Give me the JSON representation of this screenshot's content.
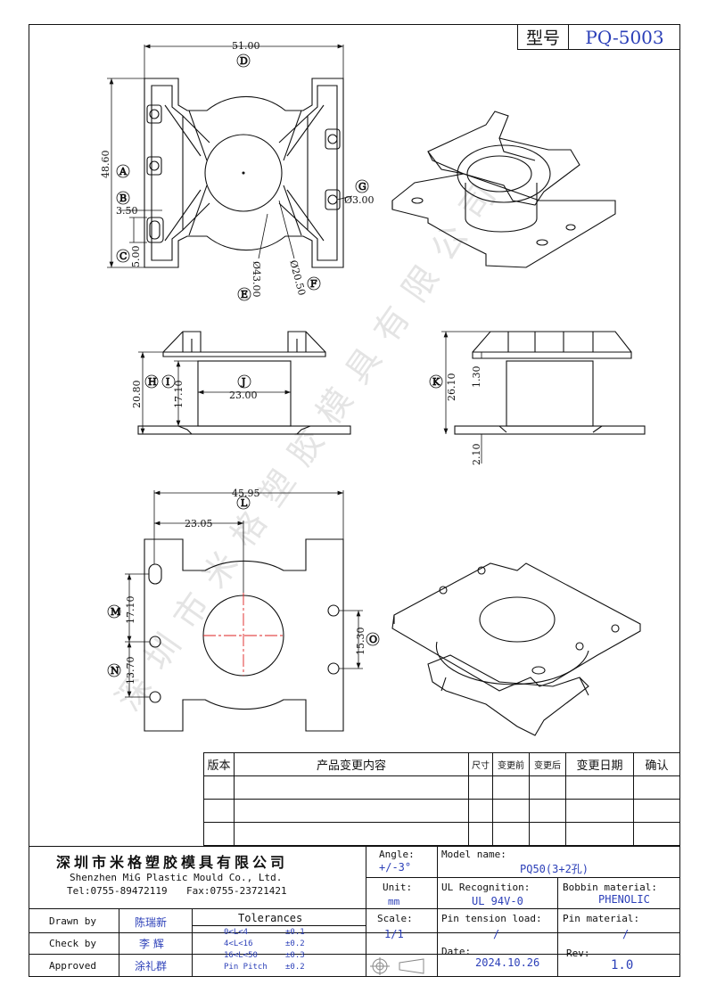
{
  "title_block": {
    "model_label": "型号",
    "model_value": "PQ-5003"
  },
  "dimensions": {
    "d_51": "51.00",
    "d_48_60": "48.60",
    "d_3_50": "3.50",
    "d_5_00": "5.00",
    "d_3_00": "Ø3.00",
    "d_43_00": "Ø43.00",
    "d_20_50": "Ø20.50",
    "d_20_80": "20.80",
    "d_17_10_side": "17.10",
    "d_23_00": "23.00",
    "d_1_30": "1.30",
    "d_26_10": "26.10",
    "d_2_10": "2.10",
    "d_45_95": "45.95",
    "d_23_05": "23.05",
    "d_17_10": "17.10",
    "d_13_70": "13.70",
    "d_15_30": "15.30"
  },
  "callouts": {
    "A": "A",
    "B": "B",
    "C": "C",
    "D": "D",
    "E": "E",
    "F": "F",
    "G": "G",
    "H": "H",
    "I": "I",
    "J": "J",
    "K": "K",
    "L": "L",
    "M": "M",
    "N": "N",
    "O": "O"
  },
  "watermark": "深圳市米格塑胶模具有限公司",
  "revision_table": {
    "headers": [
      "版本",
      "产品变更内容",
      "尺寸",
      "变更前",
      "变更后",
      "变更日期",
      "确认"
    ]
  },
  "company": {
    "name_cn": "深圳市米格塑胶模具有限公司",
    "name_en": "Shenzhen MiG Plastic Mould Co., Ltd.",
    "tel": "Tel:0755-89472119",
    "fax": "Fax:0755-23721421"
  },
  "people": {
    "drawn_label": "Drawn by",
    "drawn_name": "陈瑞新",
    "check_label": "Check by",
    "check_name": "李 辉",
    "approved_label": "Approved",
    "approved_name": "涂礼群"
  },
  "tolerances": {
    "title": "Tolerances",
    "rows": [
      {
        "range": "0<L<4",
        "tol": "±0.1"
      },
      {
        "range": "4<L<16",
        "tol": "±0.2"
      },
      {
        "range": "16<L<50",
        "tol": "±0.3"
      },
      {
        "range": "Pin Pitch",
        "tol": "±0.2"
      }
    ]
  },
  "specs": {
    "angle_label": "Angle:",
    "angle_value": "+/-3°",
    "unit_label": "Unit:",
    "unit_value": "mm",
    "scale_label": "Scale:",
    "scale_value": "1/1",
    "model_name_label": "Model name:",
    "model_name_value": "PQ50(3+2孔)",
    "ul_label": "UL Recognition:",
    "ul_value": "UL 94V-0",
    "bobbin_label": "Bobbin material:",
    "bobbin_value": "PHENOLIC",
    "pin_tension_label": "Pin tension load:",
    "pin_tension_value": "/",
    "pin_material_label": "Pin material:",
    "pin_material_value": "/",
    "date_label": "Date:",
    "date_value": "2024.10.26",
    "rev_label": "Rev:",
    "rev_value": "1.0"
  }
}
